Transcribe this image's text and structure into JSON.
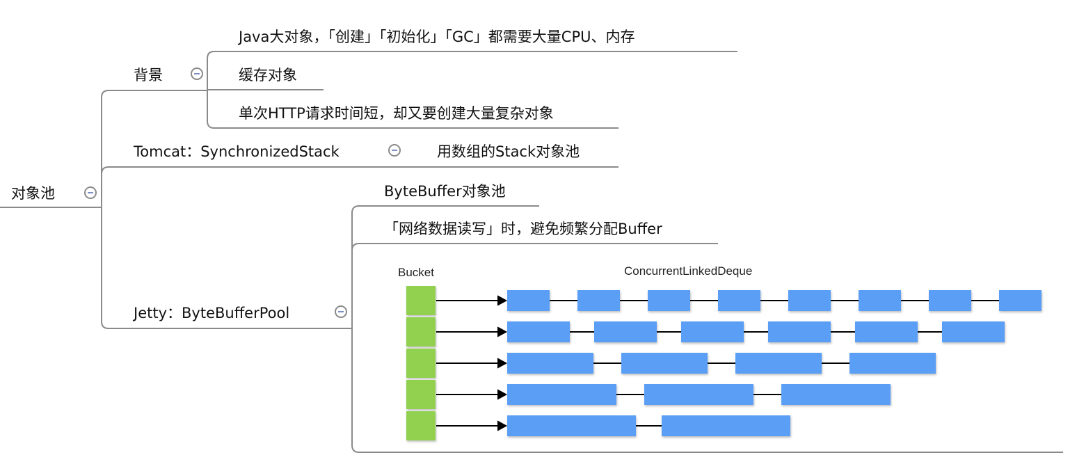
{
  "root": {
    "label": "对象池"
  },
  "branches": {
    "background": {
      "label": "背景",
      "children": [
        "Java大对象，「创建」「初始化」「GC」都需要大量CPU、内存",
        "缓存对象",
        "单次HTTP请求时间短，却又要创建大量复杂对象"
      ]
    },
    "tomcat": {
      "label": "Tomcat：SynchronizedStack",
      "children": [
        "用数组的Stack对象池"
      ]
    },
    "jetty": {
      "label": "Jetty：ByteBufferPool",
      "children": [
        "ByteBuffer对象池",
        "「网络数据读写」时，避免频繁分配Buffer"
      ]
    }
  },
  "figure": {
    "bucket_label": "Bucket",
    "deque_label": "ConcurrentLinkedDeque",
    "bucket_color": "#92d050",
    "buffer_color": "#5b9ef5",
    "rows": [
      {
        "buffers": 8,
        "size_rank": 1
      },
      {
        "buffers": 6,
        "size_rank": 2
      },
      {
        "buffers": 4,
        "size_rank": 3
      },
      {
        "buffers": 3,
        "size_rank": 4
      },
      {
        "buffers": 2,
        "size_rank": 5
      }
    ]
  }
}
